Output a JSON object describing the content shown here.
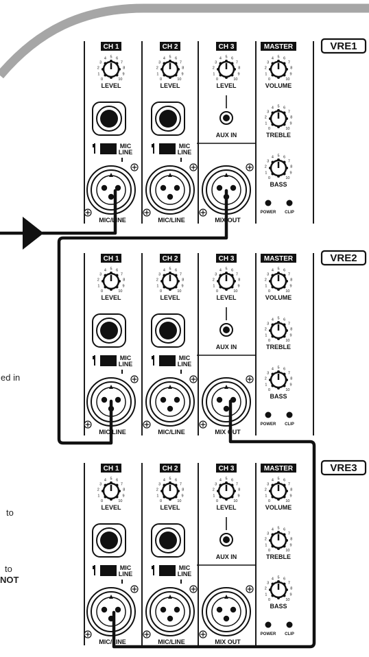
{
  "left_text_fragments": [
    "ed in",
    "to",
    "to",
    "NOT"
  ],
  "units": [
    {
      "tag": "VRE1",
      "channels": [
        {
          "title": "CH 1",
          "knob": "LEVEL",
          "socket": "MIC/LINE",
          "switch_top": "MIC",
          "switch_bottom": "LINE"
        },
        {
          "title": "CH 2",
          "knob": "LEVEL",
          "socket": "MIC/LINE",
          "switch_top": "MIC",
          "switch_bottom": "LINE"
        },
        {
          "title": "CH 3",
          "knob": "LEVEL",
          "jack": "AUX IN",
          "socket": "MIX OUT"
        }
      ],
      "master": {
        "title": "MASTER",
        "knobs": [
          "VOLUME",
          "TREBLE",
          "BASS"
        ],
        "leds": [
          "POWER",
          "CLIP"
        ]
      }
    },
    {
      "tag": "VRE2",
      "channels": [
        {
          "title": "CH 1",
          "knob": "LEVEL",
          "socket": "MIC/LINE",
          "switch_top": "MIC",
          "switch_bottom": "LINE"
        },
        {
          "title": "CH 2",
          "knob": "LEVEL",
          "socket": "MIC/LINE",
          "switch_top": "MIC",
          "switch_bottom": "LINE"
        },
        {
          "title": "CH 3",
          "knob": "LEVEL",
          "jack": "AUX IN",
          "socket": "MIX OUT"
        }
      ],
      "master": {
        "title": "MASTER",
        "knobs": [
          "VOLUME",
          "TREBLE",
          "BASS"
        ],
        "leds": [
          "POWER",
          "CLIP"
        ]
      }
    },
    {
      "tag": "VRE3",
      "channels": [
        {
          "title": "CH 1",
          "knob": "LEVEL",
          "socket": "MIC/LINE",
          "switch_top": "MIC",
          "switch_bottom": "LINE"
        },
        {
          "title": "CH 2",
          "knob": "LEVEL",
          "socket": "MIC/LINE",
          "switch_top": "MIC",
          "switch_bottom": "LINE"
        },
        {
          "title": "CH 3",
          "knob": "LEVEL",
          "jack": "AUX IN",
          "socket": "MIX OUT"
        }
      ],
      "master": {
        "title": "MASTER",
        "knobs": [
          "VOLUME",
          "TREBLE",
          "BASS"
        ],
        "leds": [
          "POWER",
          "CLIP"
        ]
      }
    }
  ],
  "knob_scale": [
    "0",
    "1",
    "2",
    "3",
    "4",
    "5",
    "6",
    "7",
    "8",
    "9",
    "10"
  ],
  "colors": {
    "ink": "#111111",
    "panel_line": "#1a1a1a",
    "arc": "#a6a6a6",
    "background": "#ffffff"
  }
}
